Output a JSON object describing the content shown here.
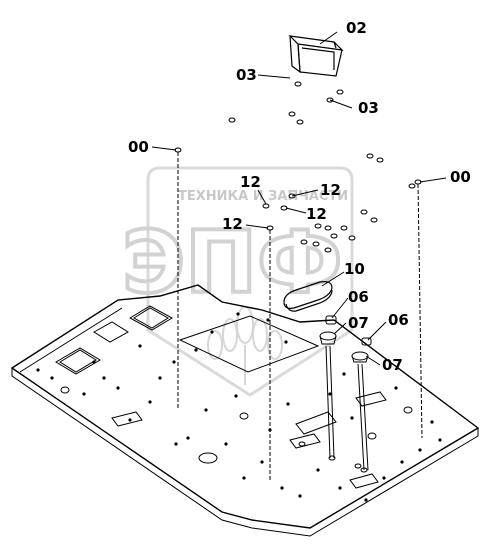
{
  "diagram": {
    "callouts": [
      {
        "id": "c02a",
        "text": "02"
      },
      {
        "id": "c03a",
        "text": "03"
      },
      {
        "id": "c03b",
        "text": "03"
      },
      {
        "id": "c00a",
        "text": "00"
      },
      {
        "id": "c00b",
        "text": "00"
      },
      {
        "id": "c12a",
        "text": "12"
      },
      {
        "id": "c12b",
        "text": "12"
      },
      {
        "id": "c12c",
        "text": "12"
      },
      {
        "id": "c12d",
        "text": "12"
      },
      {
        "id": "c10",
        "text": "10"
      },
      {
        "id": "c06a",
        "text": "06"
      },
      {
        "id": "c06b",
        "text": "06"
      },
      {
        "id": "c07a",
        "text": "07"
      },
      {
        "id": "c07b",
        "text": "07"
      }
    ],
    "watermark": {
      "line": "ТЕХНИКА И ЗАПЧАСТИ",
      "logo": "ЭПФ"
    },
    "colors": {
      "line": "#000000",
      "watermark": "#cfcfcf"
    }
  }
}
